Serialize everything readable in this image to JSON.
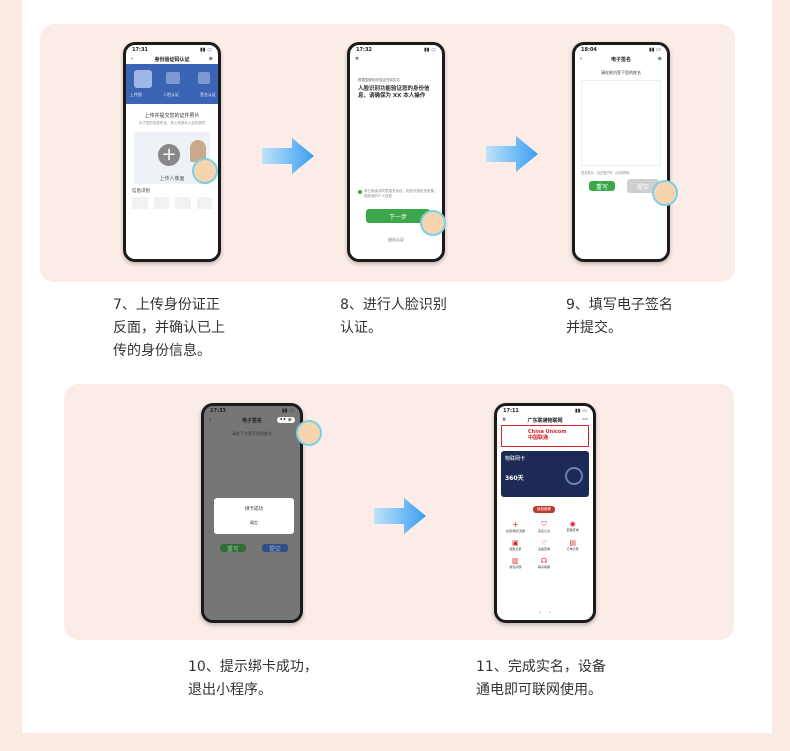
{
  "captions": {
    "step7": "7、上传身份证正\n反面，并确认已上\n传的身份信息。",
    "step8": "8、进行人脸识别\n认证。",
    "step9": "9、填写电子签名\n并提交。",
    "step10": "10、提示绑卡成功，\n退出小程序。",
    "step11": "11、完成实名，设备\n通电即可联网使用。"
  },
  "phone1": {
    "time": "17:31",
    "nav_title": "身份验证码认证",
    "steps": [
      "上传照",
      "人脸认证",
      "签名认证"
    ],
    "upload_title": "上传并提交您的证件照片",
    "upload_hint": "为了您的信息安全，请上传您本人证件原件",
    "upload_button": "上传人像面",
    "info_title": "信息识别"
  },
  "phone2": {
    "time": "17:32",
    "tip_line": "根据国家相关规定完成实名",
    "heading": "人脸识别功能验证您的身份信息，请确保为 XX 本人操作",
    "agree_text": "我已阅读并同意相关协议，知悉并授权您收集、使用我的个人信息",
    "next_button": "下一步",
    "bottom_link": "退出认证"
  },
  "phone3": {
    "time": "18:04",
    "nav_title": "电子签名",
    "sign_prompt": "请在框内签下您的姓名",
    "sign_hint": "签名提示：请正楷书写（请勿潦草）",
    "clear_button": "重写",
    "submit_button": "提交"
  },
  "phone4": {
    "time": "17:33",
    "nav_title": "电子签名",
    "sign_prompt": "请在下方签写您的姓名",
    "dialog_text": "绑卡成功",
    "dialog_button": "确定",
    "left_button": "重写",
    "right_button": "提交"
  },
  "phone5": {
    "time": "17:11",
    "nav_title": "广东联通物联网",
    "logo_cn": "中国联通",
    "logo_en": "China Unicom",
    "card_title": "物联网卡",
    "card_days": "360天",
    "card_button": "续费套餐",
    "menu": [
      "充值/购买流量",
      "实名认证",
      "套餐查询",
      "使用记录",
      "设备查询",
      "订单记录",
      "常见问题",
      "联系客服"
    ]
  },
  "colors": {
    "page_bg": "#fbe9e4",
    "panel_bg": "#fcece8",
    "arrow": "#3a9ef0",
    "green": "#3aa84a",
    "unicom_red": "#d9232b",
    "blue_header": "#3c64b4"
  }
}
